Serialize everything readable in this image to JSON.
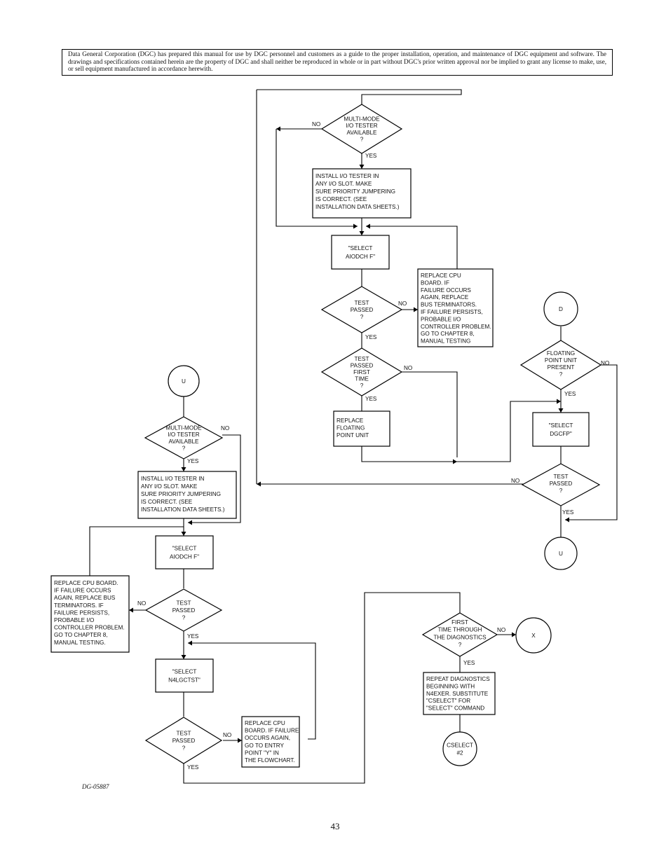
{
  "notice": "Data General Corporation (DGC) has prepared this manual for use by DGC personnel and customers as a guide to the proper installation, operation, and maintenance of DGC equipment and software. The drawings and specifications contained herein are the property of DGC and shall neither be reproduced in whole or in part without DGC's prior written approval nor be implied to grant any license to make, use, or sell equipment manufactured in accordance herewith.",
  "figure_code": "DG-05887",
  "page_number": "43",
  "labels": {
    "yes": "YES",
    "no": "NO"
  },
  "nodes": {
    "top_tester_decision": [
      "MULTI-MODE",
      "I/O TESTER",
      "AVAILABLE",
      "?"
    ],
    "top_install_tester": [
      "INSTALL I/O TESTER IN",
      "ANY I/O SLOT.  MAKE",
      "SURE PRIORITY JUMPERING",
      "IS CORRECT.  (SEE",
      "INSTALLATION DATA SHEETS.)"
    ],
    "top_select_aiodch": [
      "\"SELECT",
      "AIODCH F\""
    ],
    "top_replace_cpu": [
      "REPLACE CPU",
      "BOARD. IF",
      "FAILURE OCCURS",
      "AGAIN, REPLACE",
      "BUS TERMINATORS.",
      "IF FAILURE PERSISTS,",
      "PROBABLE I/O",
      "CONTROLLER PROBLEM.",
      "GO TO CHAPTER 8,",
      "MANUAL TESTING"
    ],
    "top_test_passed": [
      "TEST",
      "PASSED",
      "?"
    ],
    "top_test_passed_first": [
      "TEST",
      "PASSED",
      "FIRST",
      "TIME",
      "?"
    ],
    "replace_fpu": [
      "REPLACE",
      "FLOATING",
      "POINT UNIT"
    ],
    "connector_d": "D",
    "fpu_present": [
      "FLOATING",
      "POINT UNIT",
      "PRESENT",
      "?"
    ],
    "select_dgcfp": [
      "\"SELECT",
      "DGCFP\""
    ],
    "fpu_test_passed": [
      "TEST",
      "PASSED",
      "?"
    ],
    "connector_u_right": "U",
    "connector_u_left": "U",
    "left_tester_decision": [
      "MULTI-MODE",
      "I/O TESTER",
      "AVAILABLE",
      "?"
    ],
    "left_install_tester": [
      "INSTALL I/O TESTER IN",
      "ANY I/O SLOT.  MAKE",
      "SURE PRIORITY JUMPERING",
      "IS CORRECT.  (SEE",
      "INSTALLATION DATA SHEETS.)"
    ],
    "left_select_aiodch": [
      "\"SELECT",
      "AIODCH F\""
    ],
    "left_replace_cpu": [
      "REPLACE CPU BOARD.",
      "IF FAILURE OCCURS",
      "AGAIN, REPLACE BUS",
      "TERMINATORS. IF",
      "FAILURE PERSISTS,",
      "PROBABLE I/O",
      "CONTROLLER PROBLEM.",
      "GO TO CHAPTER 8,",
      "MANUAL TESTING."
    ],
    "left_test_passed": [
      "TEST",
      "PASSED",
      "?"
    ],
    "select_n4lgctst": [
      "\"SELECT",
      "N4LGCTST\""
    ],
    "n4_test_passed": [
      "TEST",
      "PASSED",
      "?"
    ],
    "replace_cpu_entry_y": [
      "REPLACE CPU",
      "BOARD. IF FAILURE",
      "OCCURS AGAIN,",
      "GO TO ENTRY",
      "POINT \"Y\" IN",
      "THE FLOWCHART."
    ],
    "first_time_decision": [
      "FIRST",
      "TIME THROUGH",
      "THE DIAGNOSTICS",
      "?"
    ],
    "connector_x": "X",
    "repeat_diagnostics": [
      "REPEAT DIAGNOSTICS",
      "BEGINNING WITH",
      "N4EXER. SUBSTITUTE",
      "\"CSELECT\" FOR",
      "\"SELECT\" COMMAND"
    ],
    "connector_cselect": [
      "CSELECT",
      "#2"
    ]
  }
}
